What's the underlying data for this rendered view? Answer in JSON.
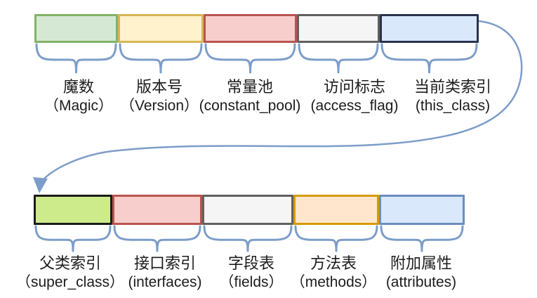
{
  "diagram": {
    "name": "java-class-file-structure",
    "background_color": "#ffffff",
    "accent_color": "#7c9dc9",
    "rows": [
      {
        "segments": [
          {
            "label_zh": "魔数",
            "label_en": "（Magic）",
            "fill": "#d5e8d4",
            "border": "#82b366"
          },
          {
            "label_zh": "版本号",
            "label_en": "（Version）",
            "fill": "#fff2cc",
            "border": "#d6b656"
          },
          {
            "label_zh": "常量池",
            "label_en": "(constant_pool)",
            "fill": "#f8cecc",
            "border": "#b85450"
          },
          {
            "label_zh": "访问标志",
            "label_en": "(access_flag)",
            "fill": "#f5f5f5",
            "border": "#616161"
          },
          {
            "label_zh": "当前类索引",
            "label_en": "(this_class)",
            "fill": "#dae8fc",
            "border": "#28334d"
          }
        ]
      },
      {
        "segments": [
          {
            "label_zh": "父类索引",
            "label_en": "（super_class）",
            "fill": "#cdeb8b",
            "border": "#1b1b1b"
          },
          {
            "label_zh": "接口索引",
            "label_en": "(interfaces)",
            "fill": "#f8cecc",
            "border": "#b85450"
          },
          {
            "label_zh": "字段表",
            "label_en": "（fields）",
            "fill": "#f5f5f5",
            "border": "#616161"
          },
          {
            "label_zh": "方法表",
            "label_en": "（methods）",
            "fill": "#ffe6cc",
            "border": "#d79b00"
          },
          {
            "label_zh": "附加属性",
            "label_en": "(attributes)",
            "fill": "#dae8fc",
            "border": "#6c8ebf"
          }
        ]
      }
    ],
    "connector": {
      "type": "curved-arrow",
      "color": "#7c9dc9",
      "from": "end-of-row-1 (this_class)",
      "to": "start-of-row-2 (super_class)"
    }
  }
}
